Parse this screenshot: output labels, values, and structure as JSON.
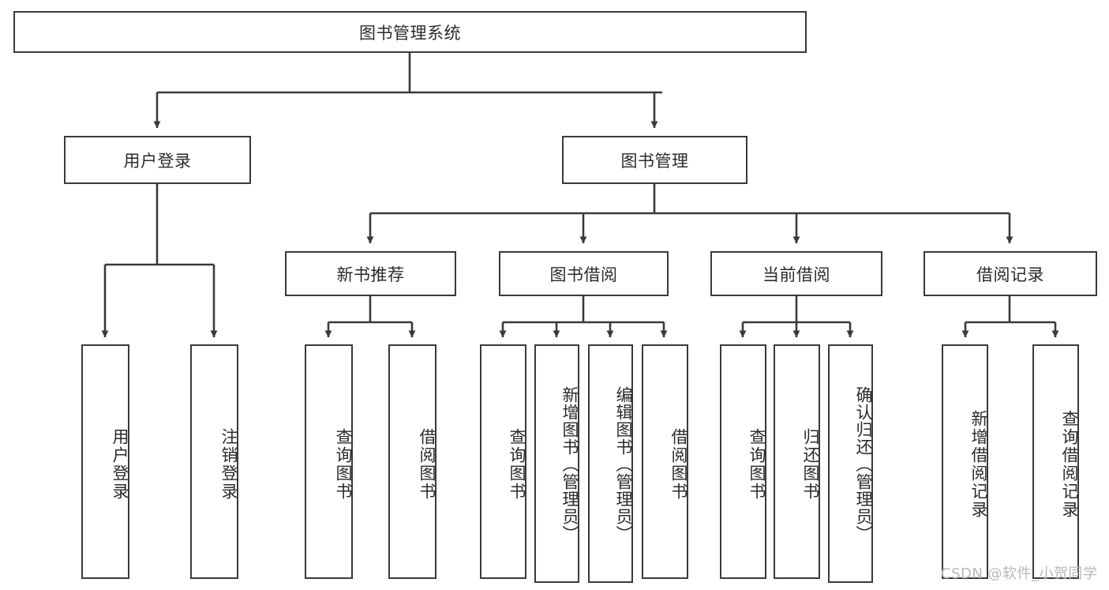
{
  "diagram": {
    "type": "tree-hierarchy",
    "title": "图书管理系统",
    "root": {
      "id": "root",
      "label": "图书管理系统",
      "orientation": "horizontal"
    },
    "level1": [
      {
        "id": "user-login",
        "label": "用户登录",
        "orientation": "horizontal"
      },
      {
        "id": "book-manage",
        "label": "图书管理",
        "orientation": "horizontal"
      }
    ],
    "level2": [
      {
        "id": "new-book-rec",
        "label": "新书推荐",
        "orientation": "horizontal",
        "parent": "book-manage"
      },
      {
        "id": "book-borrow",
        "label": "图书借阅",
        "orientation": "horizontal",
        "parent": "book-manage"
      },
      {
        "id": "current-borrow",
        "label": "当前借阅",
        "orientation": "horizontal",
        "parent": "book-manage"
      },
      {
        "id": "borrow-record",
        "label": "借阅记录",
        "orientation": "horizontal",
        "parent": "book-manage"
      }
    ],
    "leaves": [
      {
        "id": "leaf-user-login",
        "label": "用户登录",
        "orientation": "vertical",
        "parent": "user-login"
      },
      {
        "id": "leaf-logout",
        "label": "注销登录",
        "orientation": "vertical",
        "parent": "user-login"
      },
      {
        "id": "leaf-query-book-1",
        "label": "查询图书",
        "orientation": "vertical",
        "parent": "new-book-rec"
      },
      {
        "id": "leaf-borrow-book-1",
        "label": "借阅图书",
        "orientation": "vertical",
        "parent": "new-book-rec"
      },
      {
        "id": "leaf-query-book-2",
        "label": "查询图书",
        "orientation": "vertical",
        "parent": "book-borrow"
      },
      {
        "id": "leaf-add-book",
        "label": "新增图书（管理员）",
        "orientation": "vertical",
        "parent": "book-borrow"
      },
      {
        "id": "leaf-edit-book",
        "label": "编辑图书（管理员）",
        "orientation": "vertical",
        "parent": "book-borrow"
      },
      {
        "id": "leaf-borrow-book-2",
        "label": "借阅图书",
        "orientation": "vertical",
        "parent": "book-borrow"
      },
      {
        "id": "leaf-query-book-3",
        "label": "查询图书",
        "orientation": "vertical",
        "parent": "current-borrow"
      },
      {
        "id": "leaf-return-book",
        "label": "归还图书",
        "orientation": "vertical",
        "parent": "current-borrow"
      },
      {
        "id": "leaf-confirm-return",
        "label": "确认归还（管理员）",
        "orientation": "vertical",
        "parent": "current-borrow"
      },
      {
        "id": "leaf-add-record",
        "label": "新增借阅记录",
        "orientation": "vertical",
        "parent": "borrow-record"
      },
      {
        "id": "leaf-query-record",
        "label": "查询借阅记录",
        "orientation": "vertical",
        "parent": "borrow-record"
      }
    ],
    "watermark": "CSDN @软件_小贺同学",
    "colors": {
      "stroke": "#3a3a3a",
      "fill": "#ffffff",
      "text": "#2b2b2b",
      "watermark": "#b8b8b8"
    }
  }
}
